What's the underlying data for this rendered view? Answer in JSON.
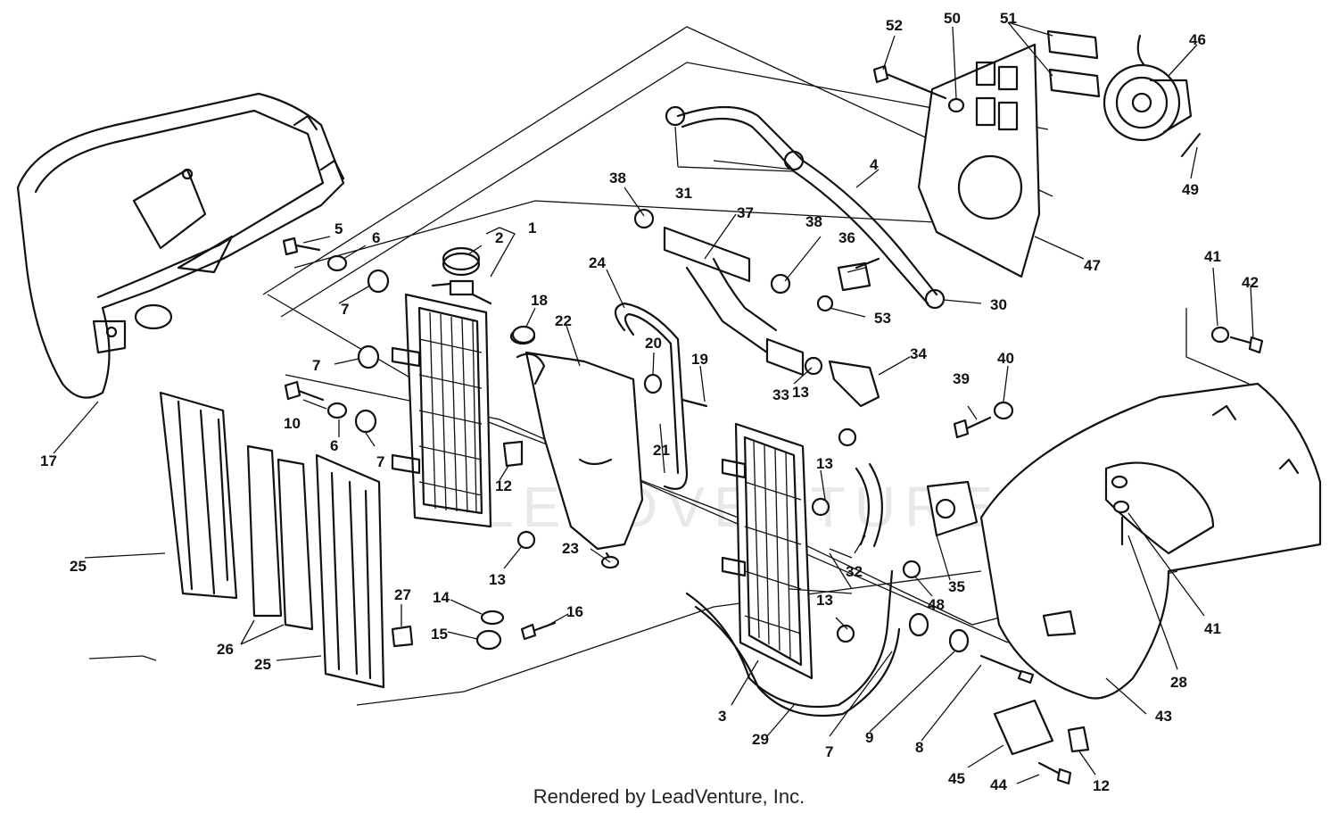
{
  "watermark": "LEADVENTURE",
  "footer": "Rendered by LeadVenture, Inc.",
  "callouts": [
    "1",
    "2",
    "3",
    "4",
    "5",
    "6",
    "6",
    "7",
    "7",
    "7",
    "7",
    "7",
    "8",
    "9",
    "10",
    "12",
    "12",
    "13",
    "13",
    "13",
    "13",
    "14",
    "15",
    "16",
    "17",
    "18",
    "19",
    "20",
    "21",
    "22",
    "23",
    "24",
    "25",
    "25",
    "26",
    "27",
    "28",
    "29",
    "30",
    "31",
    "32",
    "33",
    "34",
    "35",
    "36",
    "37",
    "38",
    "38",
    "39",
    "40",
    "41",
    "41",
    "42",
    "43",
    "44",
    "45",
    "46",
    "47",
    "48",
    "49",
    "50",
    "51",
    "52",
    "53"
  ]
}
